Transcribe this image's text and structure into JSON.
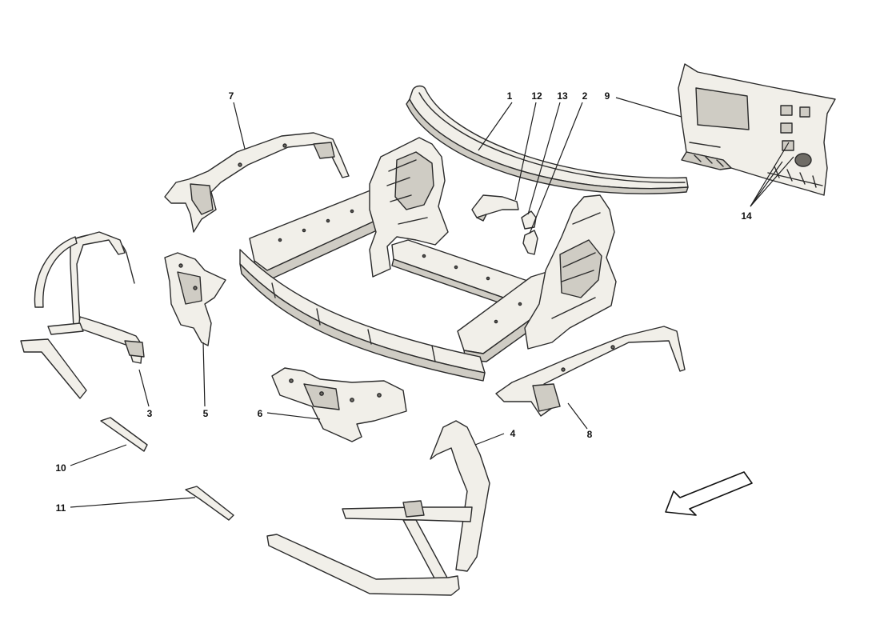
{
  "callouts": [
    {
      "id": "1",
      "label": "1"
    },
    {
      "id": "2",
      "label": "2"
    },
    {
      "id": "3",
      "label": "3"
    },
    {
      "id": "4",
      "label": "4"
    },
    {
      "id": "5",
      "label": "5"
    },
    {
      "id": "6",
      "label": "6"
    },
    {
      "id": "7",
      "label": "7"
    },
    {
      "id": "8",
      "label": "8"
    },
    {
      "id": "9",
      "label": "9"
    },
    {
      "id": "10",
      "label": "10"
    },
    {
      "id": "11",
      "label": "11"
    },
    {
      "id": "12",
      "label": "12"
    },
    {
      "id": "13",
      "label": "13"
    },
    {
      "id": "14",
      "label": "14"
    }
  ],
  "direction_arrow": {
    "icon": "direction-arrow-icon",
    "points_toward": "front-left"
  }
}
